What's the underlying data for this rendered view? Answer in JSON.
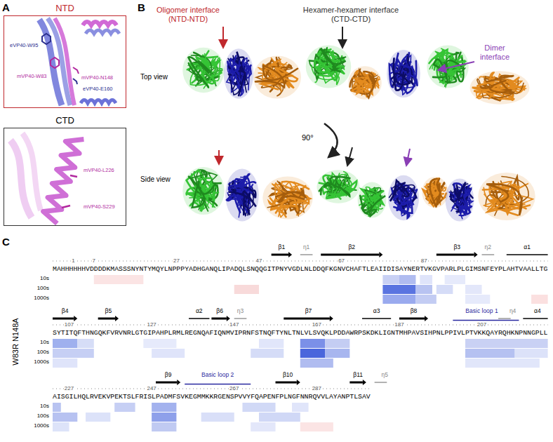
{
  "diagram": {
    "nodes": [
      {
        "text": [
          "NTD",
          "eVP40-W95",
          "mVP40-W83",
          "mVP40-N148",
          "eVP40-E160"
        ]
      },
      {
        "text": [
          "CTD",
          "mVP40-L226",
          "mVP40-S229"
        ]
      }
    ],
    "edges": [],
    "labels": [
      "A",
      "B",
      "Oligomer interface (NTD-NTD)",
      "Hexamer-hexamer interface (CTD-CTD)",
      "Top view",
      "Dimer interface",
      "90°",
      "Side view",
      "C",
      "W83R N148A",
      "1",
      "7",
      "27",
      "47",
      "67",
      "87",
      "β1",
      "η1",
      "β2",
      "β3",
      "η2",
      "α1",
      "MAHHHHHHVDDDDKMASSSNYNTYMQYLNPPPYADHGANQLIPADQLSNQQGITPNYVGDLNLDDQFKGNVCHAFTLEAIIDISAYNERTVKGVPARLPLGIMSNFEYPLAHTVAALLTG",
      "10s",
      "100s",
      "1000s",
      "107",
      "127",
      "147",
      "167",
      "187",
      "207",
      "β4",
      "β5",
      "α2",
      "β6",
      "η3",
      "β7",
      "α3",
      "β8",
      "Basic loop 1",
      "η4",
      "α4",
      "SYTITQFTHNGQKFVRVNRLGTGIPAHPLRMLREGNQAFIQNMVIPRNFSTNQFTYNLTNLVLSVQKLPDDAWRPSKDKLIGNTMHPAVSIHPNLPPIVLPTVKKQAYRQHKNPNNGPLL",
      "10s",
      "100s",
      "1000s",
      "227",
      "247",
      "267",
      "287",
      "β9",
      "Basic loop 2",
      "β10",
      "β11",
      "η5",
      "AISGILHQLRVEKVPEKTSLFRISLPADMFSVKEGMMKKRGENSPVVYFQAPENFPLNGFNNRQVVLAYANPTLSAV",
      "10s",
      "100s",
      "1000s"
    ]
  }
}
